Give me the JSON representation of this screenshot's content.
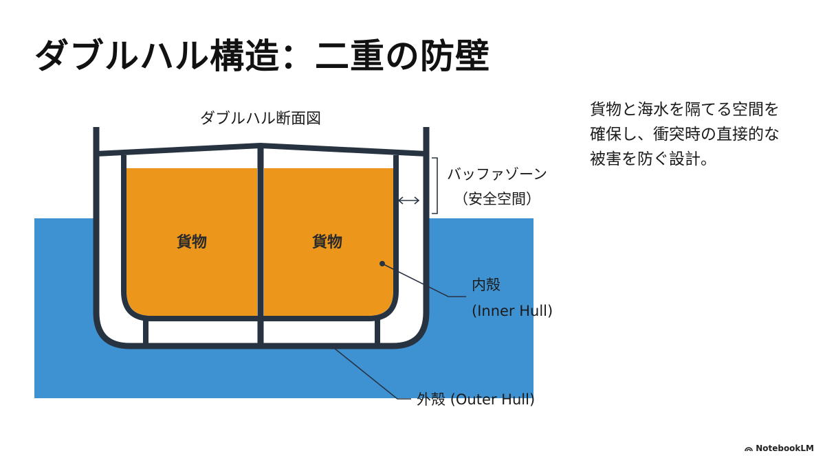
{
  "title": "ダブルハル構造：二重の防壁",
  "description_lines": [
    "貨物と海水を隔てる空間を",
    "確保し、衝突時の直接的な",
    "被害を防ぐ設計。"
  ],
  "diagram": {
    "caption": "ダブルハル断面図",
    "cargo_left": "貨物",
    "cargo_right": "貨物",
    "buffer_label_1": "バッファゾーン",
    "buffer_label_2": "（安全空間）",
    "inner_hull_label_1": "内殻",
    "inner_hull_label_2": "(Inner Hull)",
    "outer_hull_label": "外殻 (Outer Hull)"
  },
  "colors": {
    "sea": "#3f92d2",
    "cargo": "#ec961c",
    "hull": "#283341",
    "text": "#1a1a1a"
  },
  "branding": {
    "name": "NotebookLM",
    "icon": "notebooklm-logo-icon"
  }
}
